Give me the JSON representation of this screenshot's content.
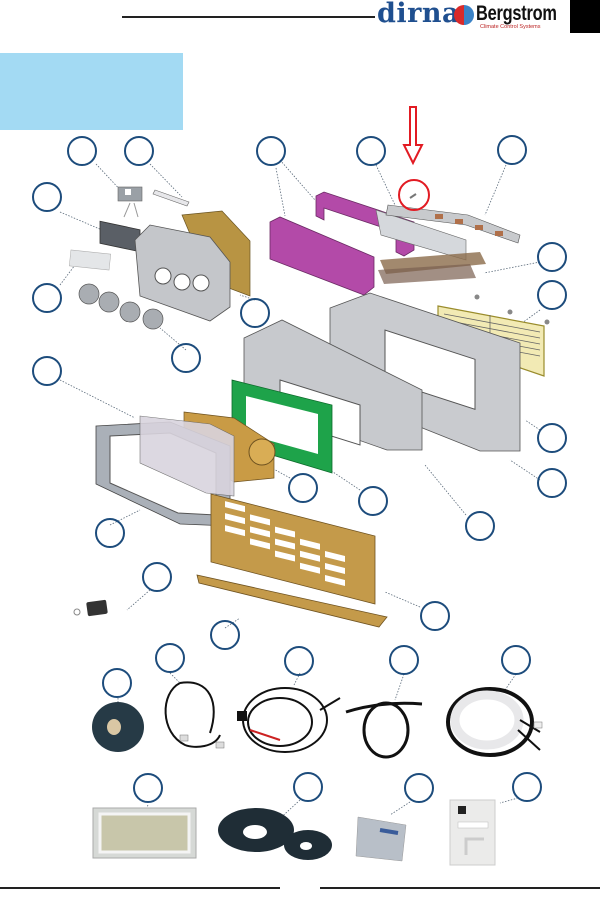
{
  "header": {
    "brand_primary": "dirna",
    "brand_secondary": "Bergstrom",
    "brand_tagline": "Climate Control Systems",
    "brand_colors": {
      "dirna": "#1f4f8f",
      "bergstrom": "#111111",
      "tagline": "#bb2222"
    },
    "title_box_color": "#a3daf3"
  },
  "diagram": {
    "type": "exploded-parts-view",
    "callout_color": "#1d4c7c",
    "highlight": {
      "type": "red-arrow-and-circle",
      "target": "screw",
      "color": "#e21b23"
    },
    "parts": [
      {
        "id": "control-module-bracket",
        "name": "Control electronics module"
      },
      {
        "id": "ribbon-cable",
        "name": "Ribbon cable"
      },
      {
        "id": "control-panel",
        "name": "Control panel keypad"
      },
      {
        "id": "label-sticker",
        "name": "Label sticker"
      },
      {
        "id": "front-housing",
        "name": "Front housing with vent openings"
      },
      {
        "id": "rear-plate",
        "name": "Rear plate (brown)"
      },
      {
        "id": "air-vents",
        "name": "Round air vents (x4)"
      },
      {
        "id": "magenta-covers",
        "name": "Magenta covers"
      },
      {
        "id": "evaporator",
        "name": "Evaporator unit"
      },
      {
        "id": "screw",
        "name": "Screw"
      },
      {
        "id": "fin-grille",
        "name": "Curved fin grille"
      },
      {
        "id": "filter-mesh",
        "name": "Filter mesh"
      },
      {
        "id": "yellow-grille",
        "name": "Rear yellow grille with screws"
      },
      {
        "id": "main-frame",
        "name": "Main frame"
      },
      {
        "id": "rear-frame",
        "name": "Rear frame"
      },
      {
        "id": "bezel-frame",
        "name": "Front bezel frame"
      },
      {
        "id": "blower",
        "name": "Blower fan"
      },
      {
        "id": "green-gasket",
        "name": "Green gasket"
      },
      {
        "id": "front-grille",
        "name": "Front grille (gold)"
      },
      {
        "id": "drip-tray",
        "name": "Drip tray"
      },
      {
        "id": "remote",
        "name": "Remote key fob"
      },
      {
        "id": "foam-tape",
        "name": "Foam tape roll"
      },
      {
        "id": "harness-small",
        "name": "Small wiring harness"
      },
      {
        "id": "harness-power",
        "name": "Power harness with fuse"
      },
      {
        "id": "drain-hose",
        "name": "Drain hose"
      },
      {
        "id": "harness-main",
        "name": "Main wiring harness"
      },
      {
        "id": "air-filter-panel",
        "name": "Air filter panel"
      },
      {
        "id": "seal-strip",
        "name": "Seal strip rolls"
      },
      {
        "id": "hardware-bag",
        "name": "Hardware bag"
      },
      {
        "id": "drain-fittings",
        "name": "Drain fittings kit"
      }
    ]
  }
}
